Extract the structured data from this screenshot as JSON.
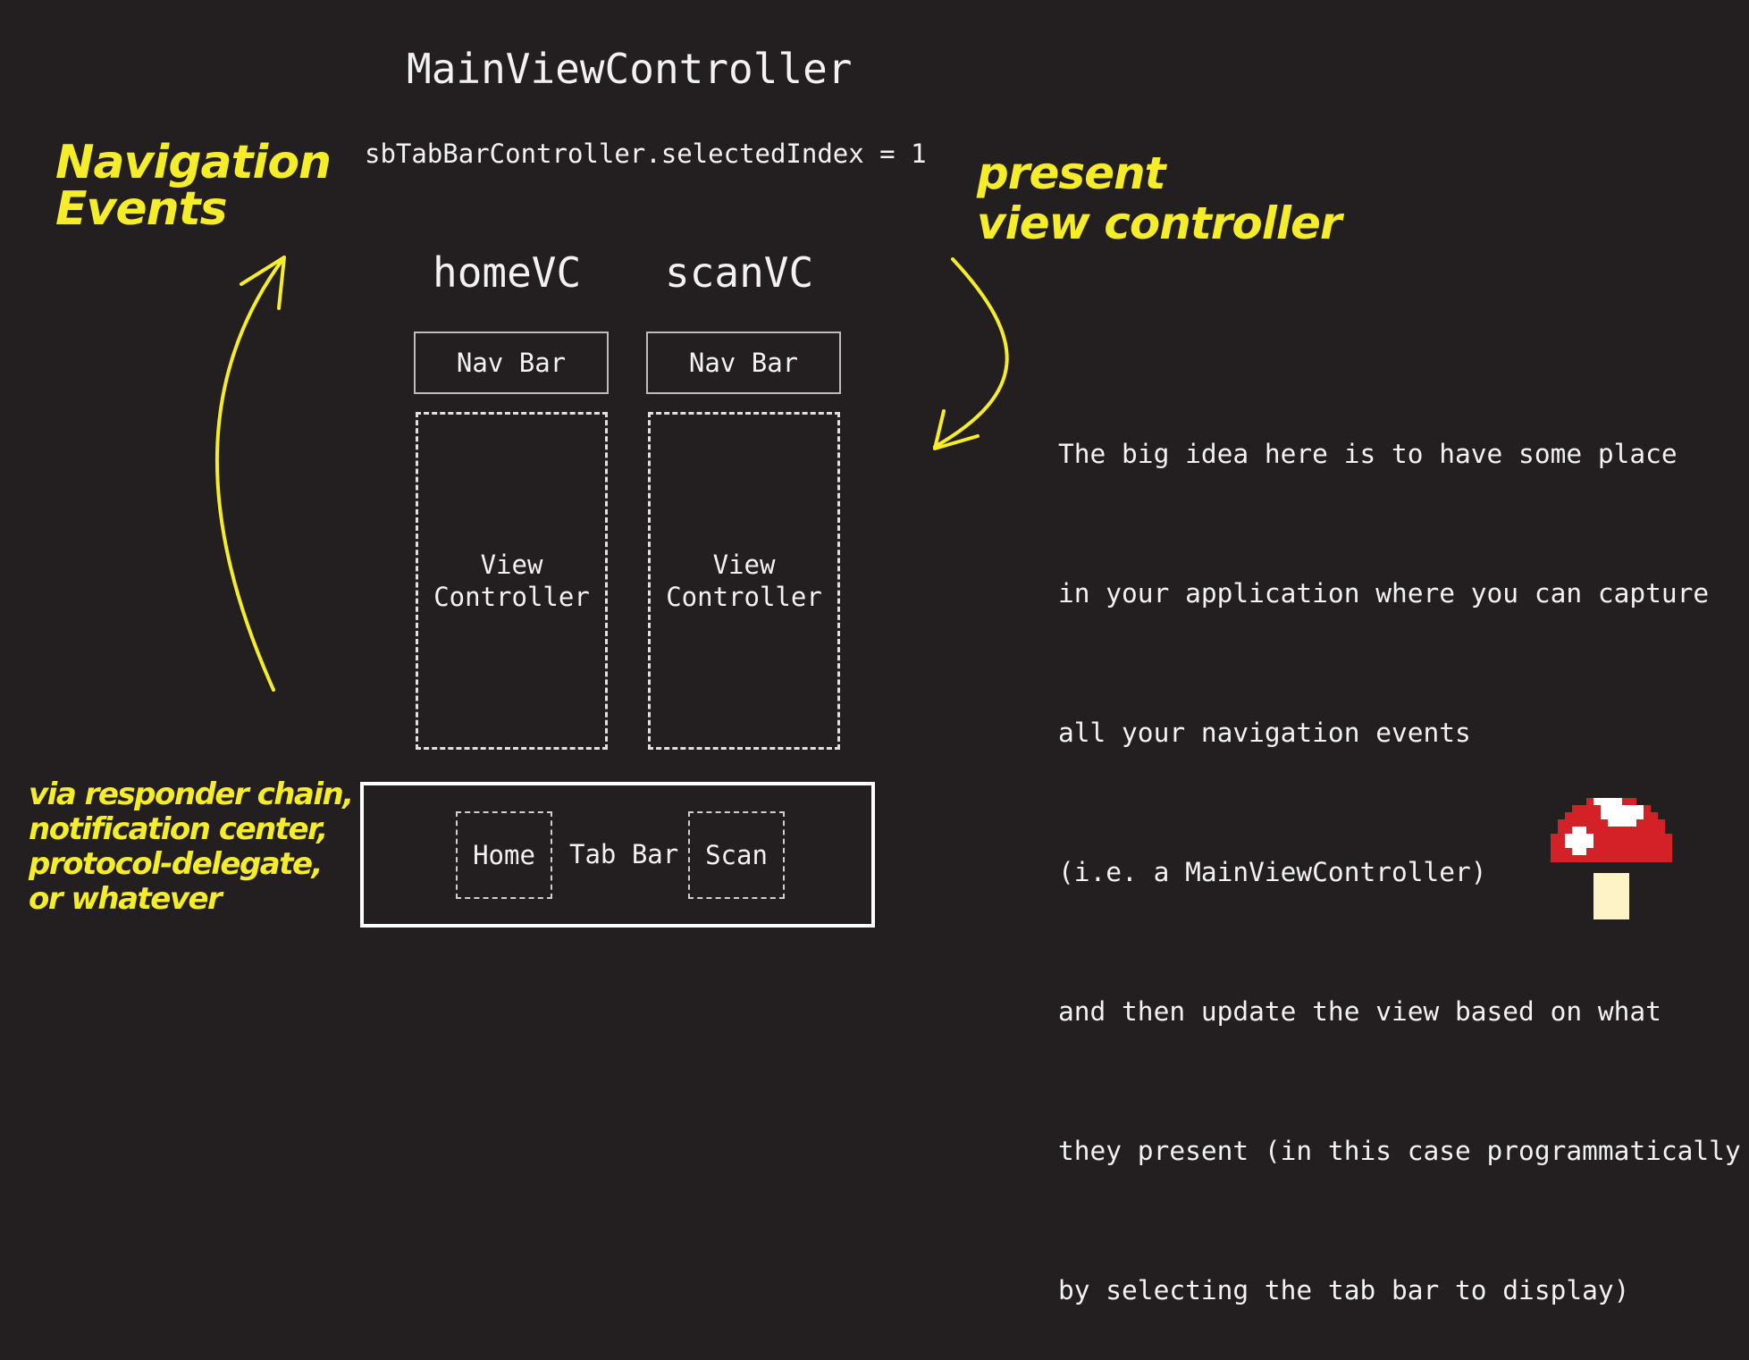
{
  "main_title": "MainViewController",
  "code_line": "sbTabBarController.selectedIndex = 1",
  "view_controllers": [
    {
      "name": "homeVC",
      "nav_bar": "Nav Bar",
      "body_line1": "View",
      "body_line2": "Controller"
    },
    {
      "name": "scanVC",
      "nav_bar": "Nav Bar",
      "body_line1": "View",
      "body_line2": "Controller"
    }
  ],
  "tab_bar": {
    "label": "Tab Bar",
    "items": [
      "Home",
      "Scan"
    ]
  },
  "annotations": {
    "navigation_events": [
      "Navigation",
      "Events"
    ],
    "present_view_controller": [
      "present",
      "view controller"
    ],
    "via_methods": [
      "via responder chain,",
      "notification center,",
      "protocol-delegate,",
      "or whatever"
    ]
  },
  "description_lines": [
    "The big idea here is to have some place",
    "in your application where you can capture",
    "all your navigation events",
    "(i.e. a MainViewController)",
    "and then update the view based on what",
    "they present (in this case programmatically",
    "by selecting the tab bar to display)"
  ],
  "colors": {
    "background": "#231f20",
    "annotation": "#f5ec2a",
    "mushroom_cap": "#d42027",
    "mushroom_spots": "#ffffff",
    "mushroom_stem": "#fdf3c7"
  },
  "icons": [
    "mushroom-icon",
    "arrow-up-icon",
    "arrow-curve-down-icon"
  ]
}
